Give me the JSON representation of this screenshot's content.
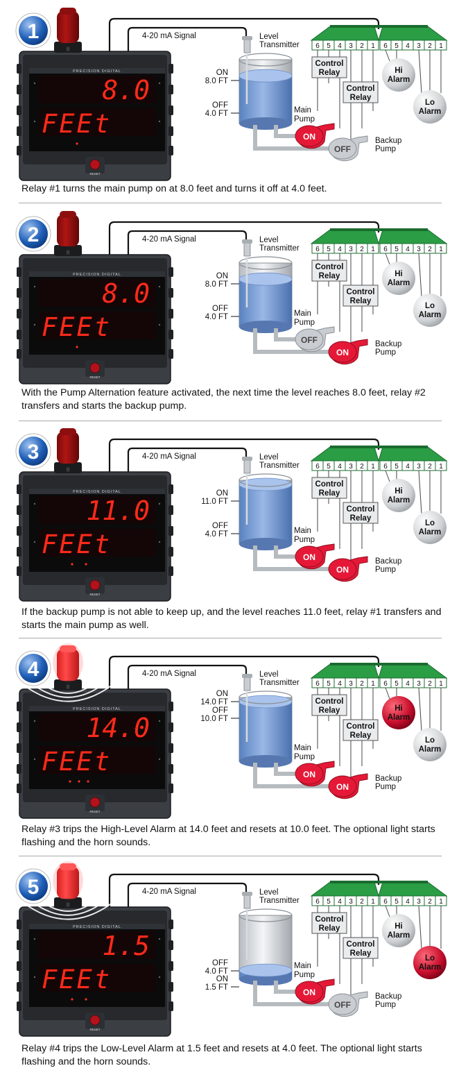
{
  "labels": {
    "signal": "4-20 mA Signal",
    "level": "Level",
    "transmitter": "Transmitter",
    "control": "Control",
    "relay": "Relay",
    "main": "Main",
    "backup": "Backup",
    "pump": "Pump",
    "hi": "Hi",
    "lo": "Lo",
    "alarm": "Alarm",
    "reset": "RESET",
    "brand": "PRECISION DIGITAL",
    "unit": "FEEt",
    "terminals": [
      "6",
      "5",
      "4",
      "3",
      "2",
      "1"
    ]
  },
  "colors": {
    "display": "#ff2a1a",
    "pump_on": "#e51937",
    "alarm_active": "#c8102e",
    "terminal_green": "#2a9d45",
    "water": "#7aa0d8"
  },
  "panels": [
    {
      "number": "1",
      "reading": "8.0",
      "setpoints": [
        [
          "ON",
          "8.0 FT"
        ],
        [
          "OFF",
          "4.0 FT"
        ]
      ],
      "main_pump": "ON",
      "backup_pump": "OFF",
      "level": 0.8,
      "hi_alarm": false,
      "lo_alarm": false,
      "light": false,
      "horn": false,
      "caption": "Relay #1 turns the main pump on at 8.0 feet and turns it off at 4.0 feet."
    },
    {
      "number": "2",
      "reading": "8.0",
      "setpoints": [
        [
          "ON",
          "8.0 FT"
        ],
        [
          "OFF",
          "4.0 FT"
        ]
      ],
      "main_pump": "OFF",
      "backup_pump": "ON",
      "level": 0.8,
      "hi_alarm": false,
      "lo_alarm": false,
      "light": false,
      "horn": false,
      "caption": "With the Pump Alternation feature activated, the next time the level reaches 8.0 feet, relay #2 transfers and starts the backup pump."
    },
    {
      "number": "3",
      "reading": "11.0",
      "setpoints": [
        [
          "ON",
          "11.0 FT"
        ],
        [
          "OFF",
          "4.0 FT"
        ]
      ],
      "main_pump": "ON",
      "backup_pump": "ON",
      "level": 1.0,
      "hi_alarm": false,
      "lo_alarm": false,
      "light": false,
      "horn": false,
      "caption": "If the backup pump is not able to keep up, and the level reaches 11.0 feet, relay #1 transfers and starts the main pump as well."
    },
    {
      "number": "4",
      "reading": "14.0",
      "setpoints": [
        [
          "ON",
          "14.0 FT"
        ],
        [
          "OFF",
          "10.0 FT"
        ]
      ],
      "main_pump": "ON",
      "backup_pump": "ON",
      "level": 1.0,
      "hi_alarm": true,
      "lo_alarm": false,
      "light": true,
      "horn": true,
      "caption": "Relay #3 trips the High-Level Alarm at 14.0 feet and resets at 10.0 feet. The optional light starts flashing and the horn sounds."
    },
    {
      "number": "5",
      "reading": "1.5",
      "setpoints": [
        [
          "OFF",
          "4.0 FT"
        ],
        [
          "ON",
          "1.5 FT"
        ]
      ],
      "main_pump": "ON",
      "backup_pump": "OFF",
      "level": 0.15,
      "hi_alarm": false,
      "lo_alarm": true,
      "light": true,
      "horn": true,
      "caption": "Relay #4 trips the Low-Level Alarm at 1.5 feet and resets at 4.0 feet. The optional light starts flashing and the horn sounds."
    }
  ]
}
